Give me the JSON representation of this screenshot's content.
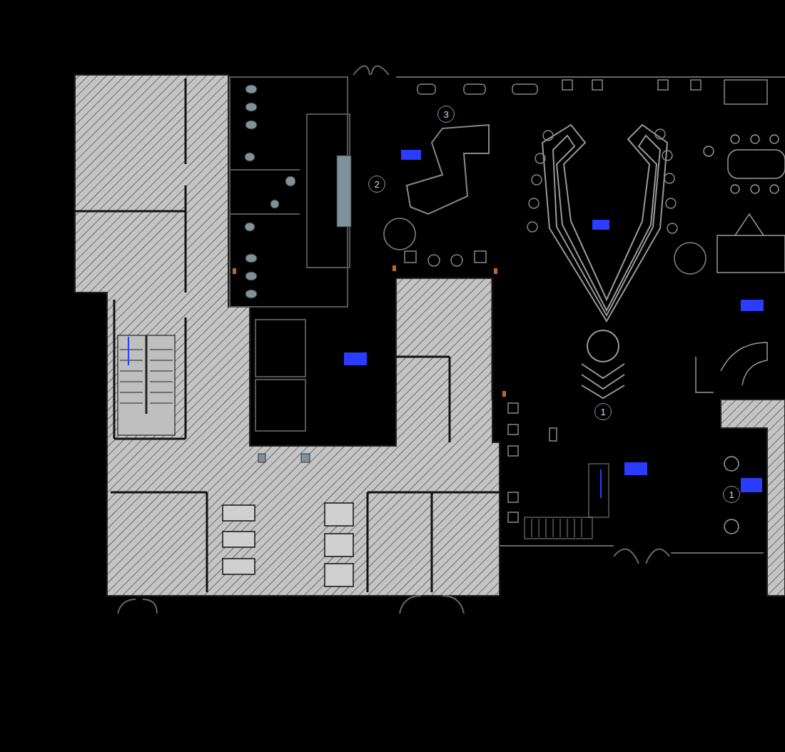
{
  "diagram": {
    "nodes": [
      {
        "text": [
          "3"
        ]
      },
      {
        "text": [
          "2"
        ]
      },
      {
        "text": [
          "1"
        ]
      },
      {
        "text": [
          "1"
        ]
      }
    ]
  }
}
